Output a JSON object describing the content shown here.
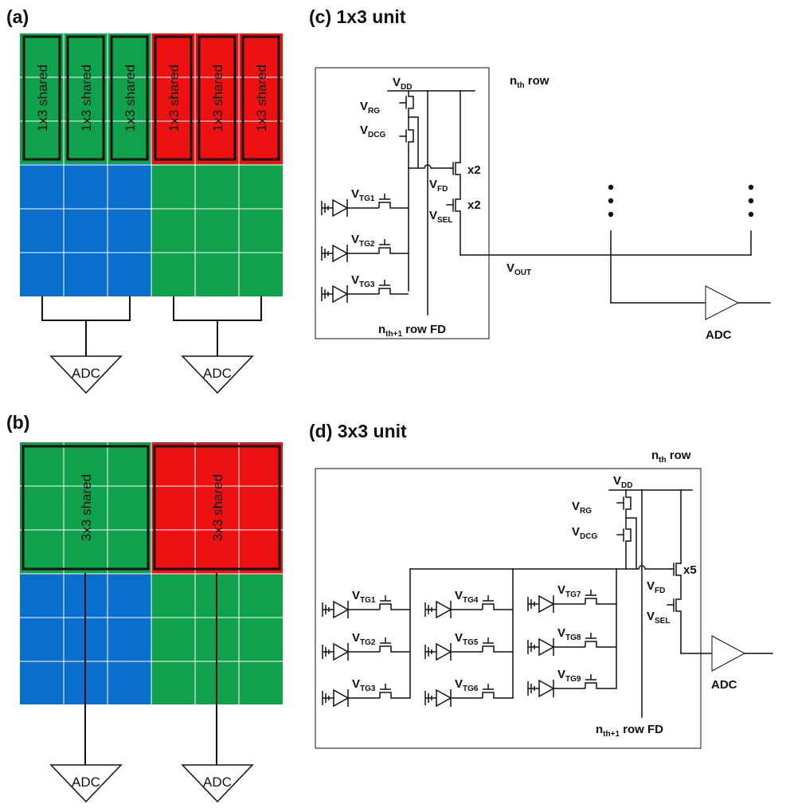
{
  "panel_a": {
    "label": "(a)",
    "shared_label": "1x3 shared",
    "adc_label": "ADC"
  },
  "panel_b": {
    "label": "(b)",
    "shared_label": "3x3 shared",
    "adc_label": "ADC"
  },
  "panel_c": {
    "title": "(c) 1x3 unit",
    "row_main": "n",
    "row_main_sub": "th",
    "row_main_suffix": " row",
    "row_next": "n",
    "row_next_sub": "th+1",
    "row_next_suffix": " row FD",
    "vdd": "V",
    "vdd_sub": "DD",
    "vrg": "V",
    "vrg_sub": "RG",
    "vdcg": "V",
    "vdcg_sub": "DCG",
    "vfd": "V",
    "vfd_sub": "FD",
    "vsel": "V",
    "vsel_sub": "SEL",
    "vout": "V",
    "vout_sub": "OUT",
    "mult_sf": "x2",
    "mult_sel": "x2",
    "tg": [
      {
        "v": "V",
        "sub": "TG1"
      },
      {
        "v": "V",
        "sub": "TG2"
      },
      {
        "v": "V",
        "sub": "TG3"
      }
    ],
    "adc_label": "ADC"
  },
  "panel_d": {
    "title": "(d) 3x3 unit",
    "row_main": "n",
    "row_main_sub": "th",
    "row_main_suffix": " row",
    "row_next": "n",
    "row_next_sub": "th+1",
    "row_next_suffix": " row FD",
    "vdd": "V",
    "vdd_sub": "DD",
    "vrg": "V",
    "vrg_sub": "RG",
    "vdcg": "V",
    "vdcg_sub": "DCG",
    "vfd": "V",
    "vfd_sub": "FD",
    "vsel": "V",
    "vsel_sub": "SEL",
    "mult": "x5",
    "tg": [
      {
        "v": "V",
        "sub": "TG1"
      },
      {
        "v": "V",
        "sub": "TG2"
      },
      {
        "v": "V",
        "sub": "TG3"
      },
      {
        "v": "V",
        "sub": "TG4"
      },
      {
        "v": "V",
        "sub": "TG5"
      },
      {
        "v": "V",
        "sub": "TG6"
      },
      {
        "v": "V",
        "sub": "TG7"
      },
      {
        "v": "V",
        "sub": "TG8"
      },
      {
        "v": "V",
        "sub": "TG9"
      }
    ],
    "adc_label": "ADC"
  },
  "colors": {
    "green": "#0FA14B",
    "red": "#EE1111",
    "blue": "#0A6ECC",
    "line": "#111111"
  }
}
